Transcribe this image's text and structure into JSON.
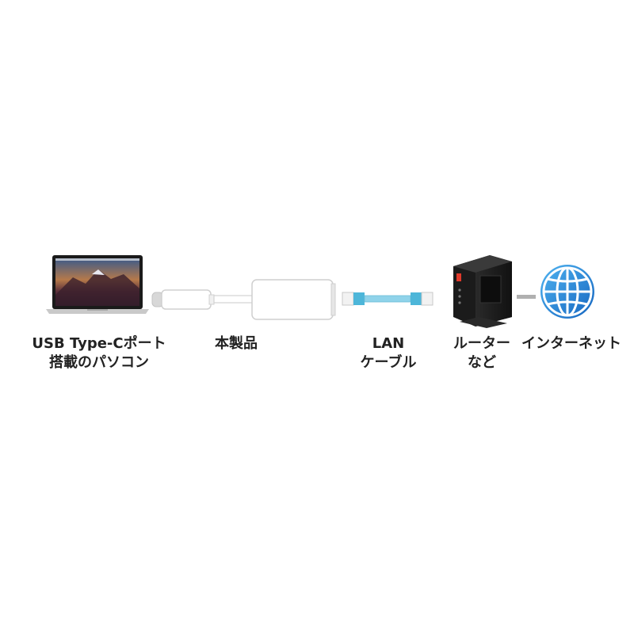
{
  "items": {
    "pc": {
      "line1": "USB Type-Cポート",
      "line2": "搭載のパソコン"
    },
    "product": {
      "line1": "本製品"
    },
    "lan_cable": {
      "line1": "LAN",
      "line2": "ケーブル"
    },
    "router": {
      "line1": "ルーター",
      "line2": "など"
    },
    "internet": {
      "line1": "インターネット"
    }
  },
  "colors": {
    "router_led": "#e03a2b",
    "lan_cable": "#8fd3ea",
    "globe": "#1e88d9",
    "connector_line": "#b0b0b0"
  }
}
